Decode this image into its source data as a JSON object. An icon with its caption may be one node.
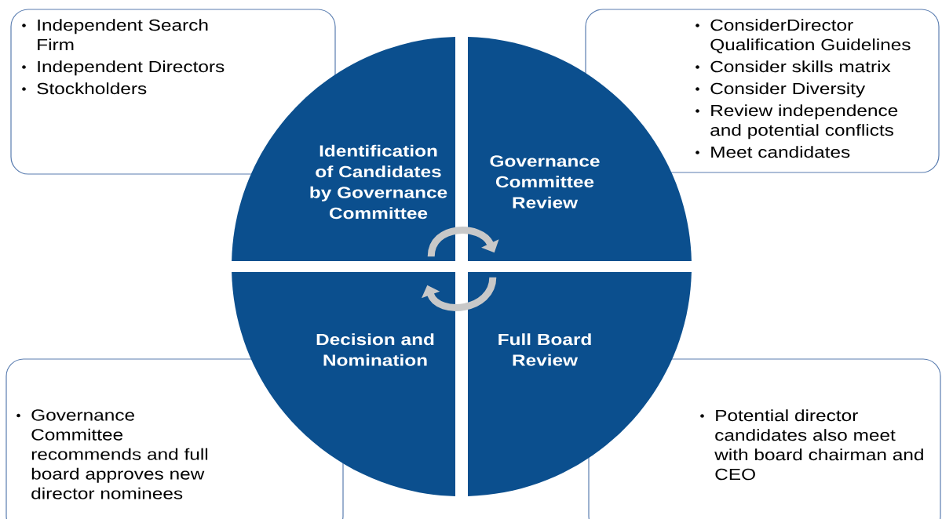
{
  "diagram": {
    "nodes": [
      {
        "text": [
          "Independent Search Firm",
          "Independent Directors",
          "Stockholders"
        ]
      },
      {
        "text": [
          "Identification of Candidates by Governance Committee"
        ]
      },
      {
        "text": [
          "Governance Committee Review"
        ]
      },
      {
        "text": [
          "ConsiderDirector Qualification Guidelines",
          "Consider skills matrix",
          "Consider Diversity",
          "Review independence and potential conflicts",
          "Meet candidates"
        ]
      },
      {
        "text": [
          "Governance Committee recommends and full board approves new director nominees"
        ]
      },
      {
        "text": [
          "Decision and Nomination"
        ]
      },
      {
        "text": [
          "Full Board Review"
        ]
      },
      {
        "text": [
          "Potential director candidates also meet with board chairman and CEO"
        ]
      }
    ],
    "edges": [
      {
        "from": 1,
        "to": 2,
        "arrow": "to"
      },
      {
        "from": 6,
        "to": 5,
        "arrow": "to"
      }
    ]
  }
}
